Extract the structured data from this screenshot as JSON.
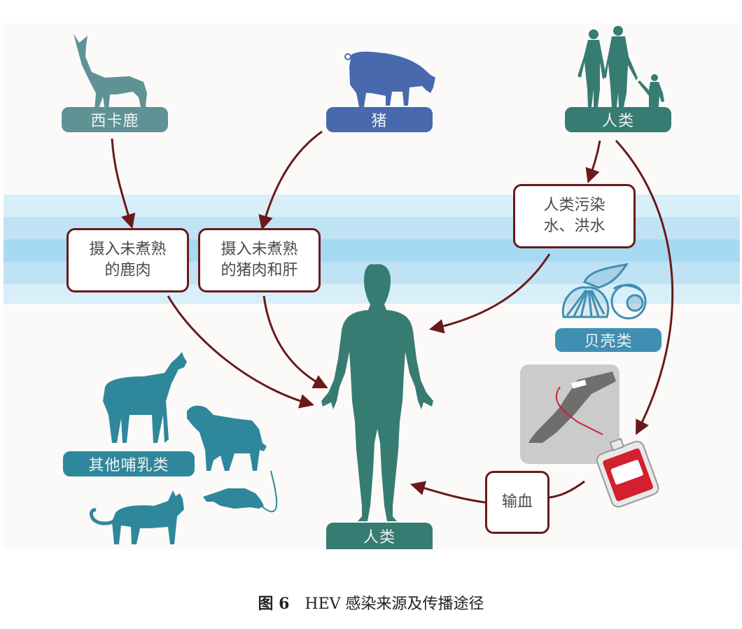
{
  "figure": {
    "caption_number": "图 6",
    "caption_text": "HEV 感染来源及传播途径"
  },
  "colors": {
    "arrow": "#6a1a1a",
    "deer": "#5f9295",
    "pig": "#4869ad",
    "human": "#377c72",
    "mammals": "#2f879c",
    "shellfish": "#3f8fb3",
    "band_light": "#d8eef9",
    "band_mid": "#bfe3f5",
    "band_dark": "#a6d9f2",
    "blood": "#d2202e"
  },
  "sources": {
    "deer": {
      "label": "西卡鹿",
      "icon": "deer-icon"
    },
    "pig": {
      "label": "猪",
      "icon": "pig-icon"
    },
    "humans": {
      "label": "人类",
      "icon": "family-icon"
    }
  },
  "routes": {
    "deer_meat": {
      "line1": "摄入未煮熟",
      "line2": "的鹿肉"
    },
    "pork_liver": {
      "line1": "摄入未煮熟",
      "line2": "的猪肉和肝"
    },
    "water": {
      "line1": "人类污染",
      "line2": "水、洪水"
    },
    "shellfish": {
      "label": "贝壳类",
      "icon": "shellfish-icon"
    },
    "transfusion": {
      "label": "输血",
      "icon": "blood-bag-icon"
    },
    "other_mammals": {
      "label": "其他哺乳类",
      "icon": "mammals-icon"
    }
  },
  "target": {
    "label": "人类",
    "icon": "human-body-icon"
  }
}
